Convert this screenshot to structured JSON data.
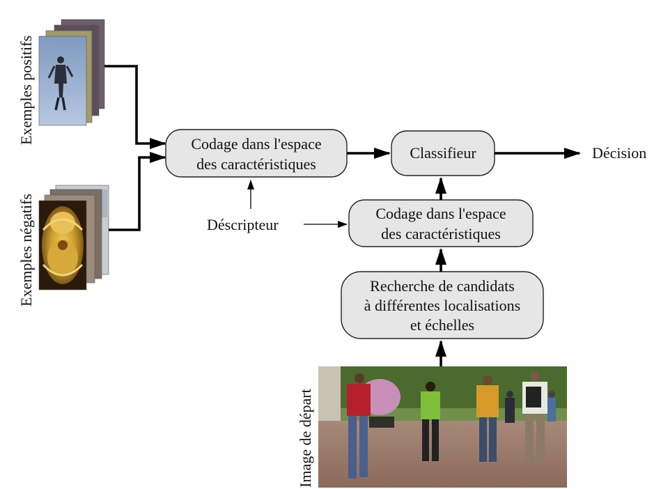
{
  "diagram": {
    "labels": {
      "positive_examples": "Exemples positifs",
      "negative_examples": "Exemples négatifs",
      "start_image": "Image de départ",
      "descriptor": "Déscripteur",
      "decision": "Décision"
    },
    "nodes": {
      "encode_training": {
        "lines": [
          "Codage dans l'espace",
          "des caractéristiques"
        ]
      },
      "classifier": {
        "lines": [
          "Classifieur"
        ]
      },
      "encode_candidates": {
        "lines": [
          "Codage dans l'espace",
          "des caractéristiques"
        ]
      },
      "candidate_search": {
        "lines": [
          "Recherche de candidats",
          "à différentes localisations",
          "et échelles"
        ]
      }
    },
    "colors": {
      "node_fill": "#e6e6e6",
      "node_stroke": "#222222",
      "arrow": "#000000"
    }
  }
}
